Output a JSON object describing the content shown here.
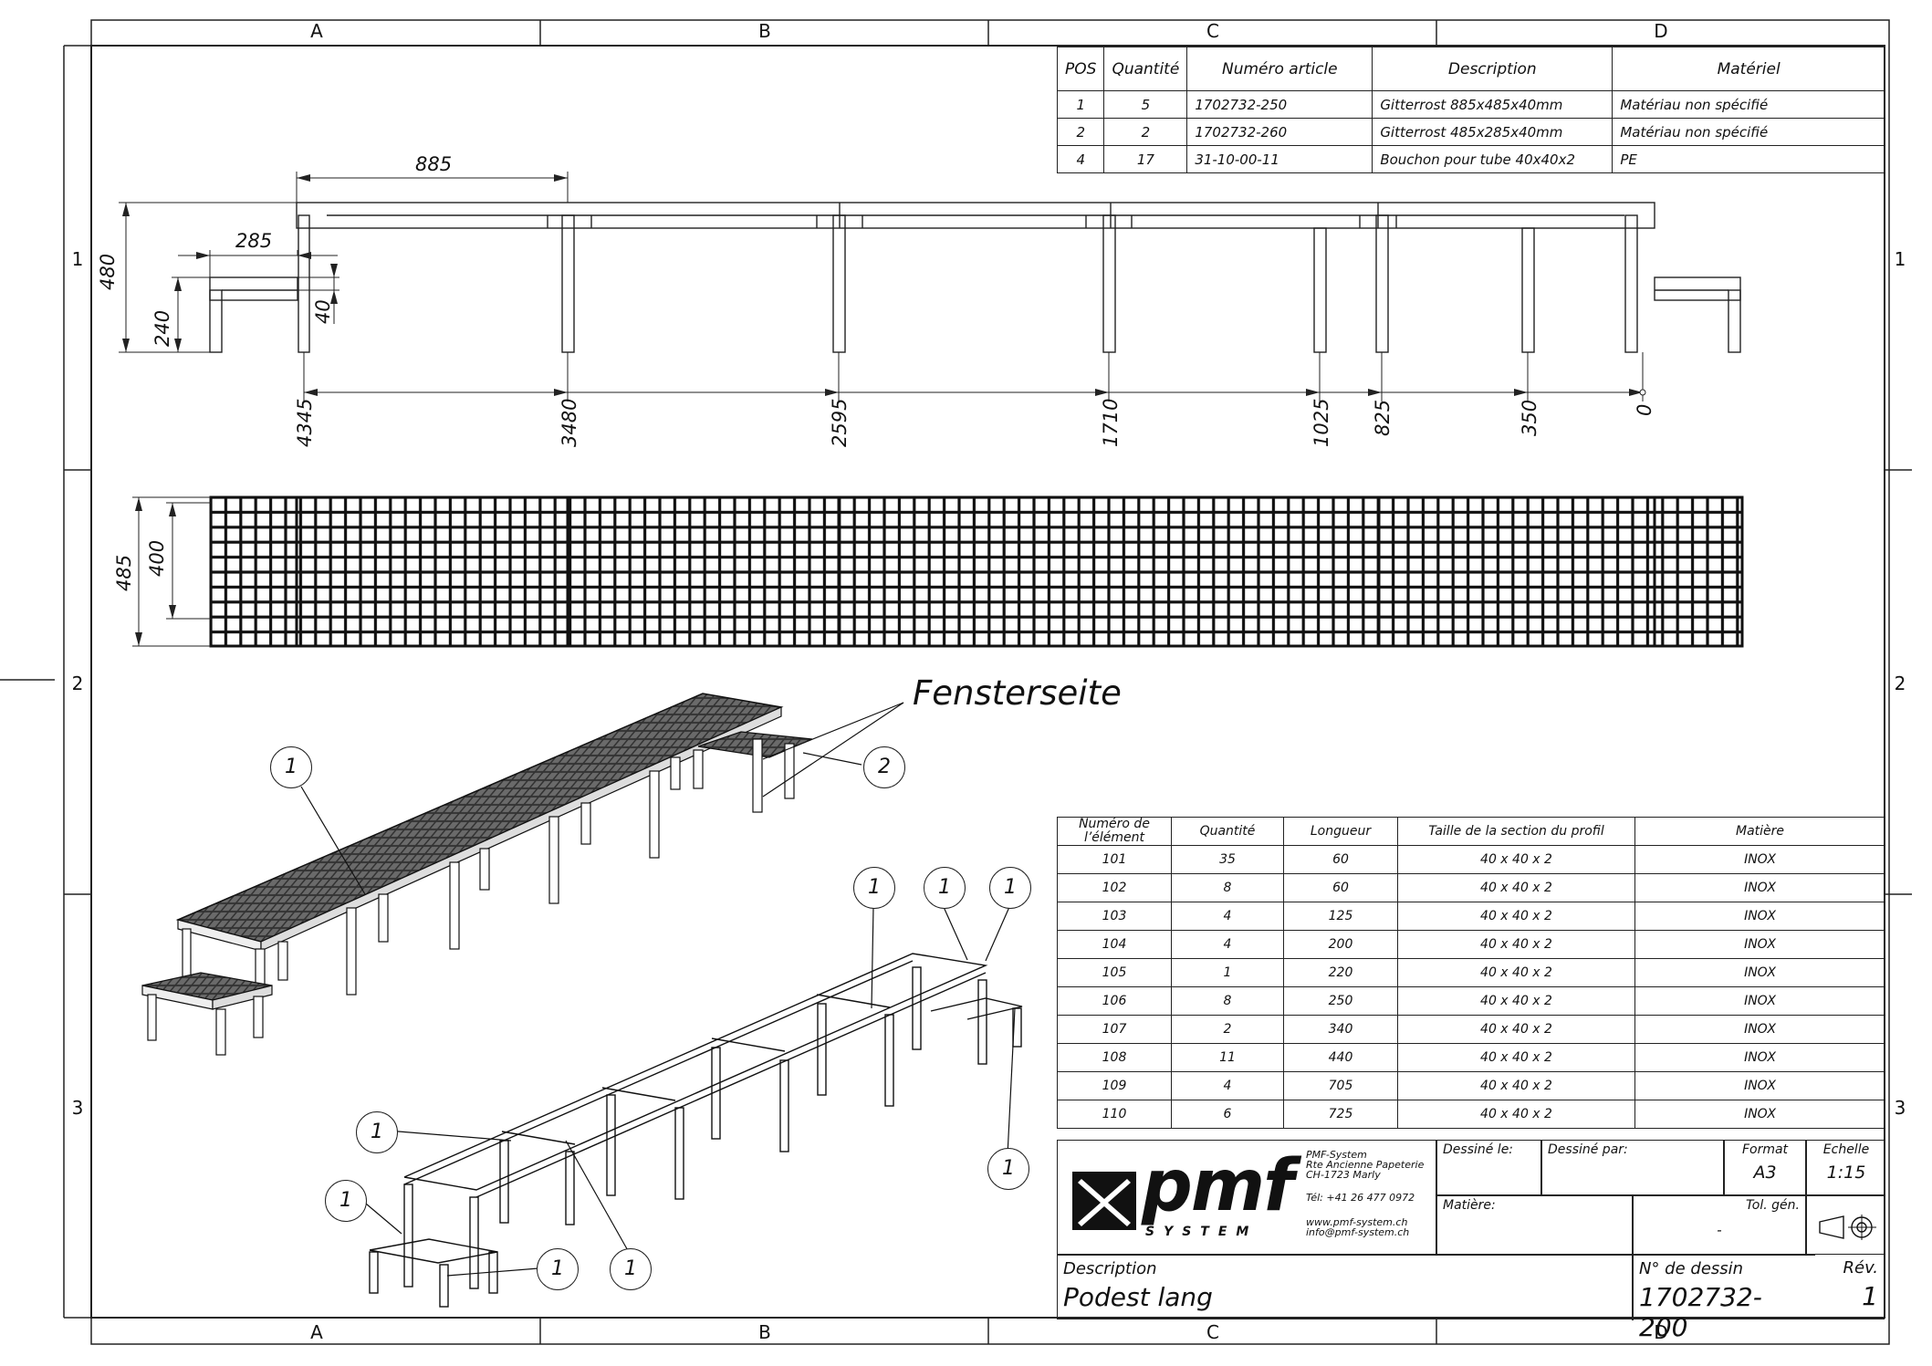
{
  "zones": {
    "columns": [
      "A",
      "B",
      "C",
      "D"
    ],
    "rows": [
      "1",
      "2",
      "3"
    ]
  },
  "bom": {
    "headers": [
      "POS",
      "Quantité",
      "Numéro article",
      "Description",
      "Matériel"
    ],
    "rows": [
      [
        "1",
        "5",
        "1702732-250",
        "Gitterrost 885x485x40mm",
        "Matériau non spécifié"
      ],
      [
        "2",
        "2",
        "1702732-260",
        "Gitterrost 485x285x40mm",
        "Matériau non spécifié"
      ],
      [
        "4",
        "17",
        "31-10-00-11",
        "Bouchon pour tube 40x40x2",
        "PE"
      ]
    ]
  },
  "dimensions": {
    "width_top": "885",
    "width_step": "285",
    "height_total": "480",
    "height_step": "240",
    "thickness": "40",
    "depth_total": "485",
    "depth_inner": "400",
    "leg_positions": [
      "4345",
      "3480",
      "2595",
      "1710",
      "1025",
      "825",
      "350",
      "0"
    ]
  },
  "annotations": {
    "window_side": "Fensterseite",
    "callouts": [
      "1",
      "2"
    ]
  },
  "profile_table": {
    "headers": [
      "Numéro de l’élément",
      "Quantité",
      "Longueur",
      "Taille  de la section du profil",
      "Matière"
    ],
    "rows": [
      [
        "101",
        "35",
        "60",
        "40 x 40 x 2",
        "INOX"
      ],
      [
        "102",
        "8",
        "60",
        "40 x 40 x 2",
        "INOX"
      ],
      [
        "103",
        "4",
        "125",
        "40 x 40 x 2",
        "INOX"
      ],
      [
        "104",
        "4",
        "200",
        "40 x 40 x 2",
        "INOX"
      ],
      [
        "105",
        "1",
        "220",
        "40 x 40 x 2",
        "INOX"
      ],
      [
        "106",
        "8",
        "250",
        "40 x 40 x 2",
        "INOX"
      ],
      [
        "107",
        "2",
        "340",
        "40 x 40 x 2",
        "INOX"
      ],
      [
        "108",
        "11",
        "440",
        "40 x 40 x 2",
        "INOX"
      ],
      [
        "109",
        "4",
        "705",
        "40 x 40 x 2",
        "INOX"
      ],
      [
        "110",
        "6",
        "725",
        "40 x 40 x 2",
        "INOX"
      ]
    ]
  },
  "title_block": {
    "company_logo_text": "pmf",
    "company_logo_sub": "SYSTEM",
    "company_name": "PMF-System",
    "address_1": "Rte Ancienne Papeterie",
    "address_2": "CH-1723 Marly",
    "phone": "Tél:  +41 26 477 0972",
    "web": "www.pmf-system.ch",
    "email": "info@pmf-system.ch",
    "drawn_on_label": "Dessiné le:",
    "drawn_by_label": "Dessiné par:",
    "format_label": "Format",
    "format_value": "A3",
    "scale_label": "Echelle",
    "scale_value": "1:15",
    "material_label": "Matière:",
    "tolerance_label": "Tol. gén.",
    "tolerance_value": "-",
    "description_label": "Description",
    "description_value": "Podest lang",
    "drawing_no_label": "N° de dessin",
    "drawing_no_value": "1702732-200",
    "revision_label": "Rév.",
    "revision_value": "1"
  }
}
